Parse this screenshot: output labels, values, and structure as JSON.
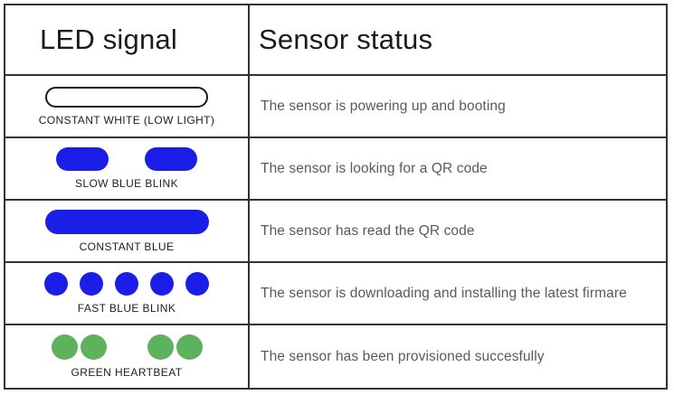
{
  "header": {
    "led_col": "LED signal",
    "status_col": "Sensor status"
  },
  "colors": {
    "blue": "#1a1ee6",
    "green": "#5eb25e",
    "outline": "#1a1a1a",
    "grid_border": "#333333"
  },
  "rows": [
    {
      "led_pattern": "constant-white-outlined-pill",
      "led_label": "CONSTANT WHITE (LOW LIGHT)",
      "status": "The sensor is powering up and booting"
    },
    {
      "led_pattern": "two-blue-pills",
      "led_label": "SLOW BLUE BLINK",
      "status": "The sensor is looking for a QR code"
    },
    {
      "led_pattern": "one-long-blue-pill",
      "led_label": "CONSTANT BLUE",
      "status": "The sensor has read the QR code"
    },
    {
      "led_pattern": "five-blue-dots",
      "led_label": "FAST BLUE BLINK",
      "status": "The sensor is downloading and installing the latest firmare"
    },
    {
      "led_pattern": "four-green-dots-two-pairs",
      "led_label": "GREEN HEARTBEAT",
      "status": "The sensor has been provisioned succesfully"
    }
  ]
}
